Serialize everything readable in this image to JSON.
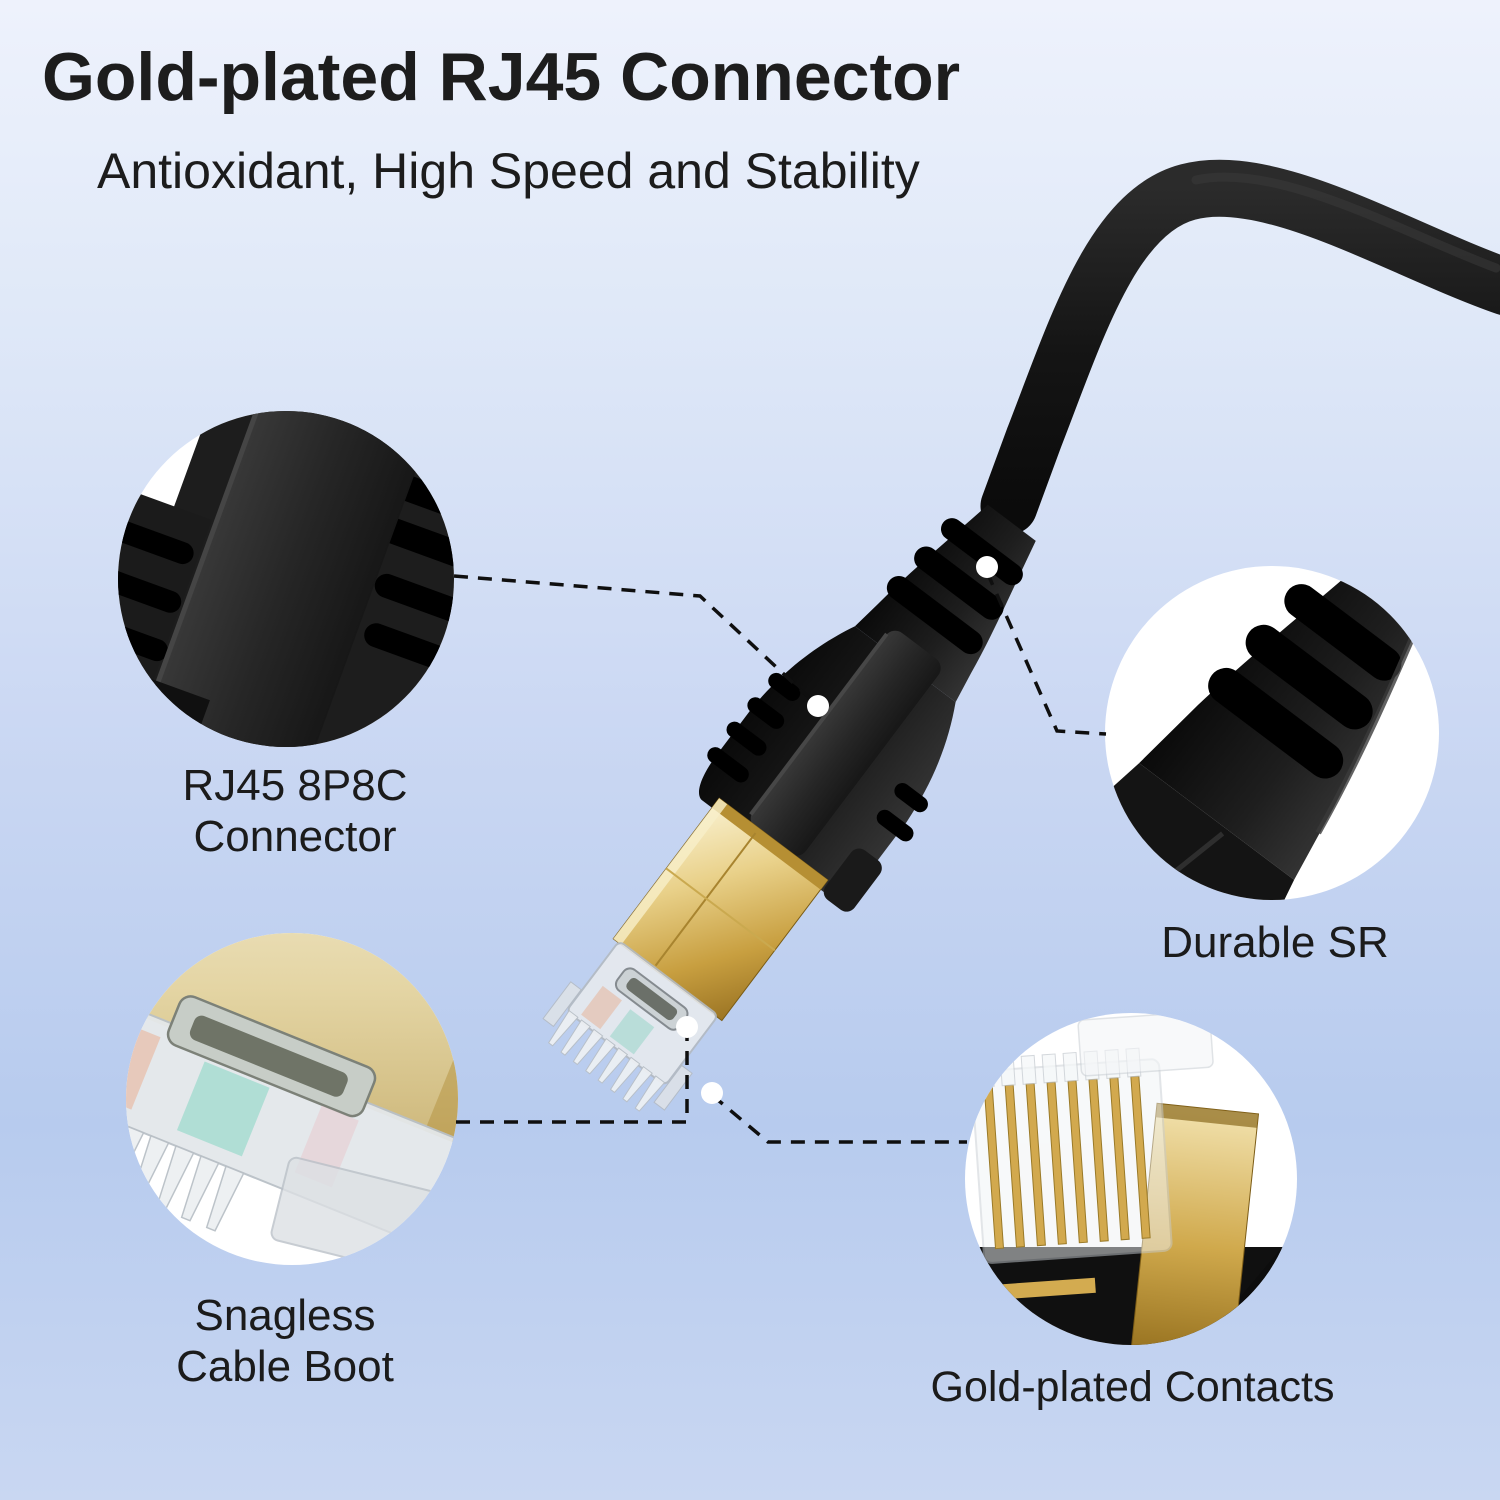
{
  "title": "Gold-plated RJ45 Connector",
  "subtitle": "Antioxidant, High Speed and Stability",
  "callouts": {
    "connector": {
      "label": "RJ45 8P8C\nConnector"
    },
    "cable_boot": {
      "label": "Snagless\nCable Boot"
    },
    "strain_relief": {
      "label": "Durable SR"
    },
    "contacts": {
      "label": "Gold-plated Contacts"
    }
  },
  "colors": {
    "background_top": "#eef2fc",
    "background_bottom": "#b7cbee",
    "gold_accent": "#d9b766",
    "plastic_black": "#1b1b1b",
    "clear_plastic": "#e7eaee",
    "leader_line": "#0f0f0f",
    "label_text": "#1b1b1b",
    "callout_background": "#ffffff"
  }
}
